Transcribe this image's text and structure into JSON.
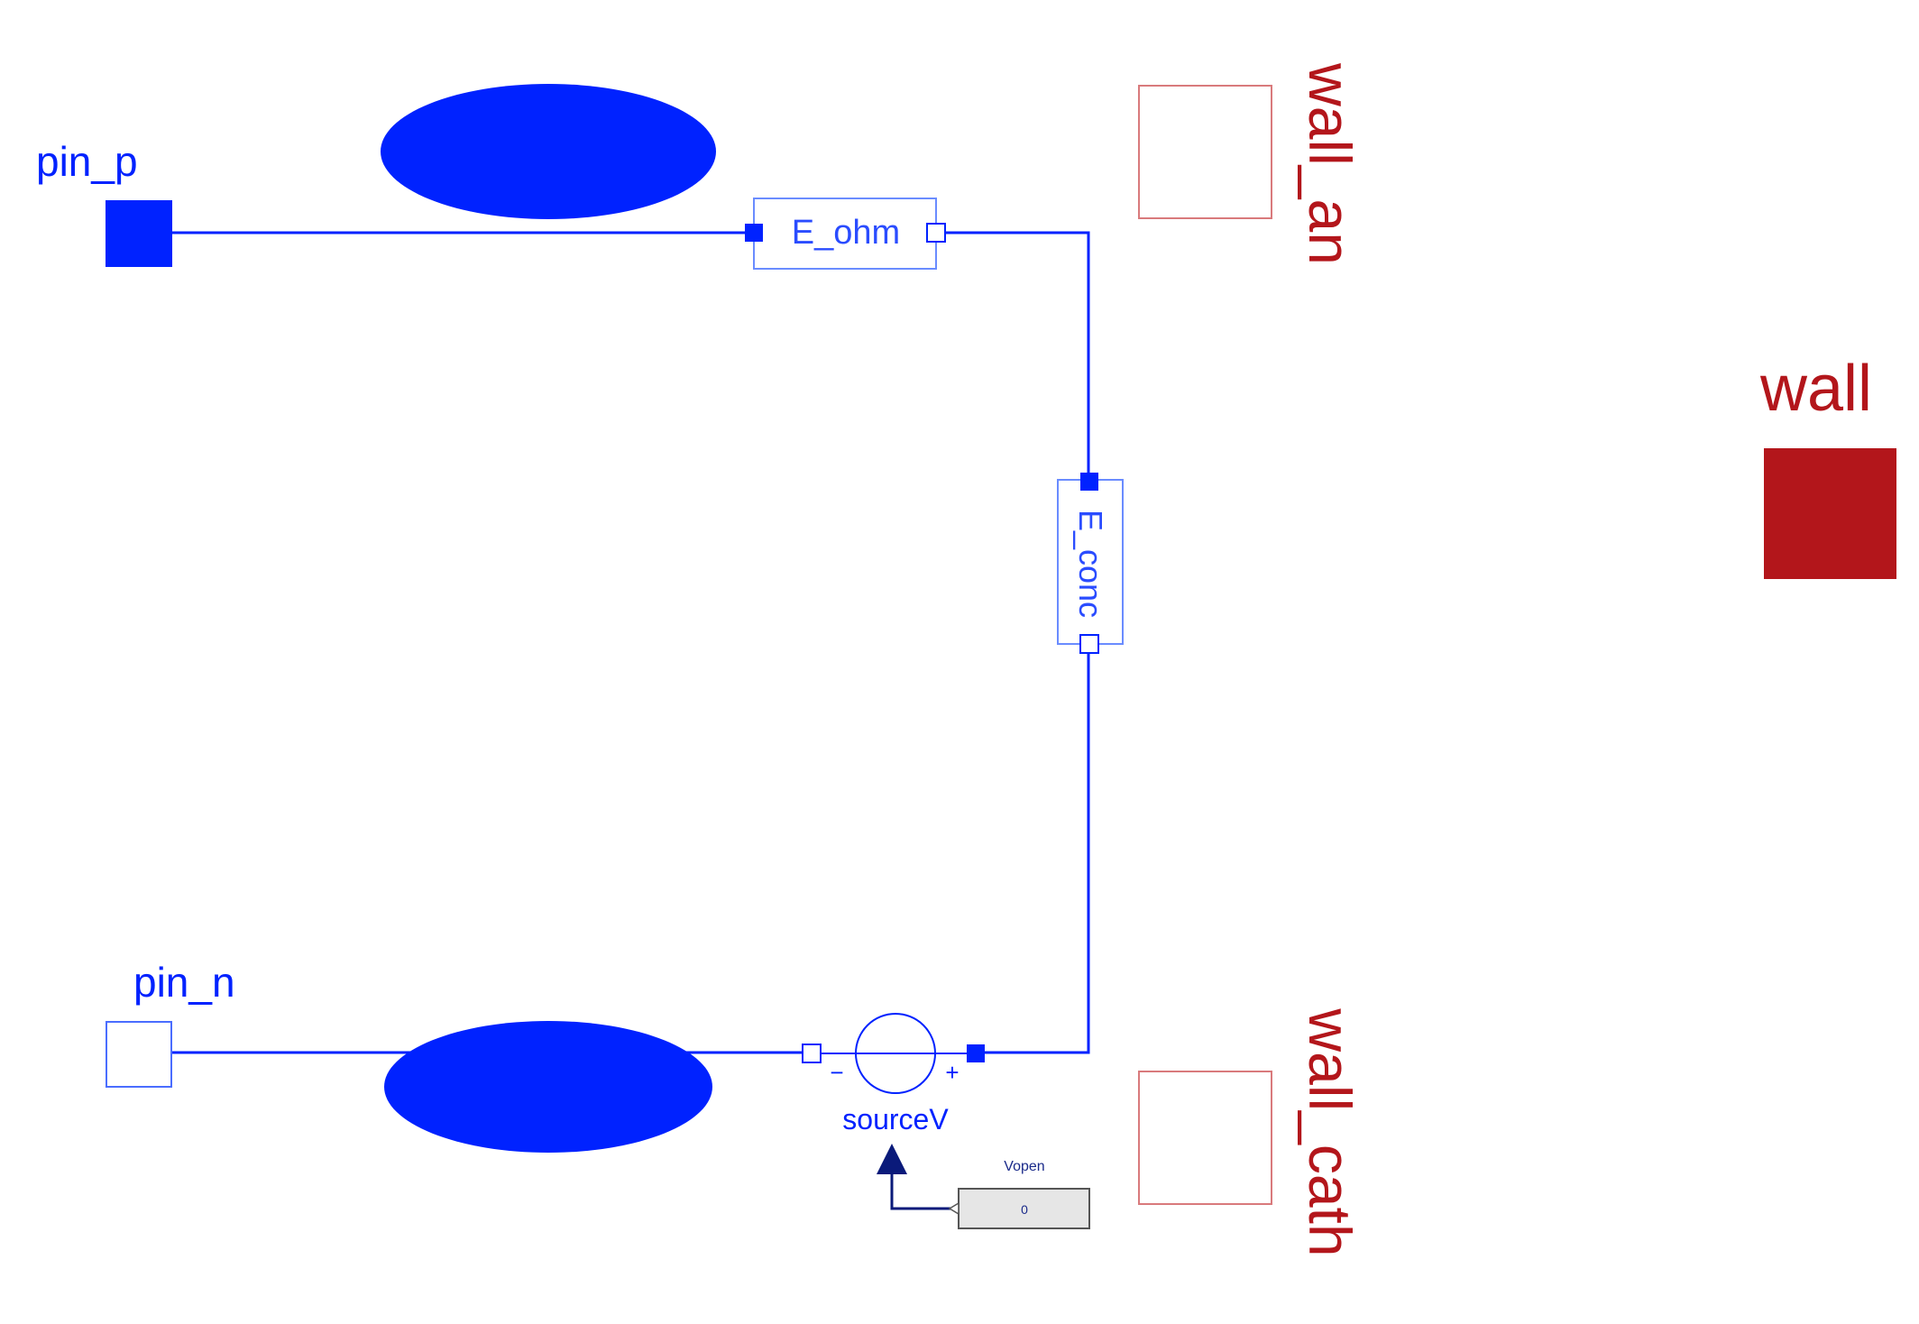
{
  "labels": {
    "pin_p": "pin_p",
    "pin_n": "pin_n",
    "wall_an": "wall_an",
    "wall_cath": "wall_cath",
    "wall": "wall",
    "e_ohm": "E_ohm",
    "e_conc": "E_conc",
    "source_v": "sourceV",
    "minus": "−",
    "plus": "+",
    "vopen_title": "Vopen",
    "vopen_value": "0"
  },
  "colors": {
    "blue": "#0022ff",
    "component_border": "#6a8cff",
    "red": "#b3161b",
    "red_outline": "#d97a7c",
    "dark_blue": "#0a1a7a",
    "gray_block": "#e6e6e6"
  }
}
